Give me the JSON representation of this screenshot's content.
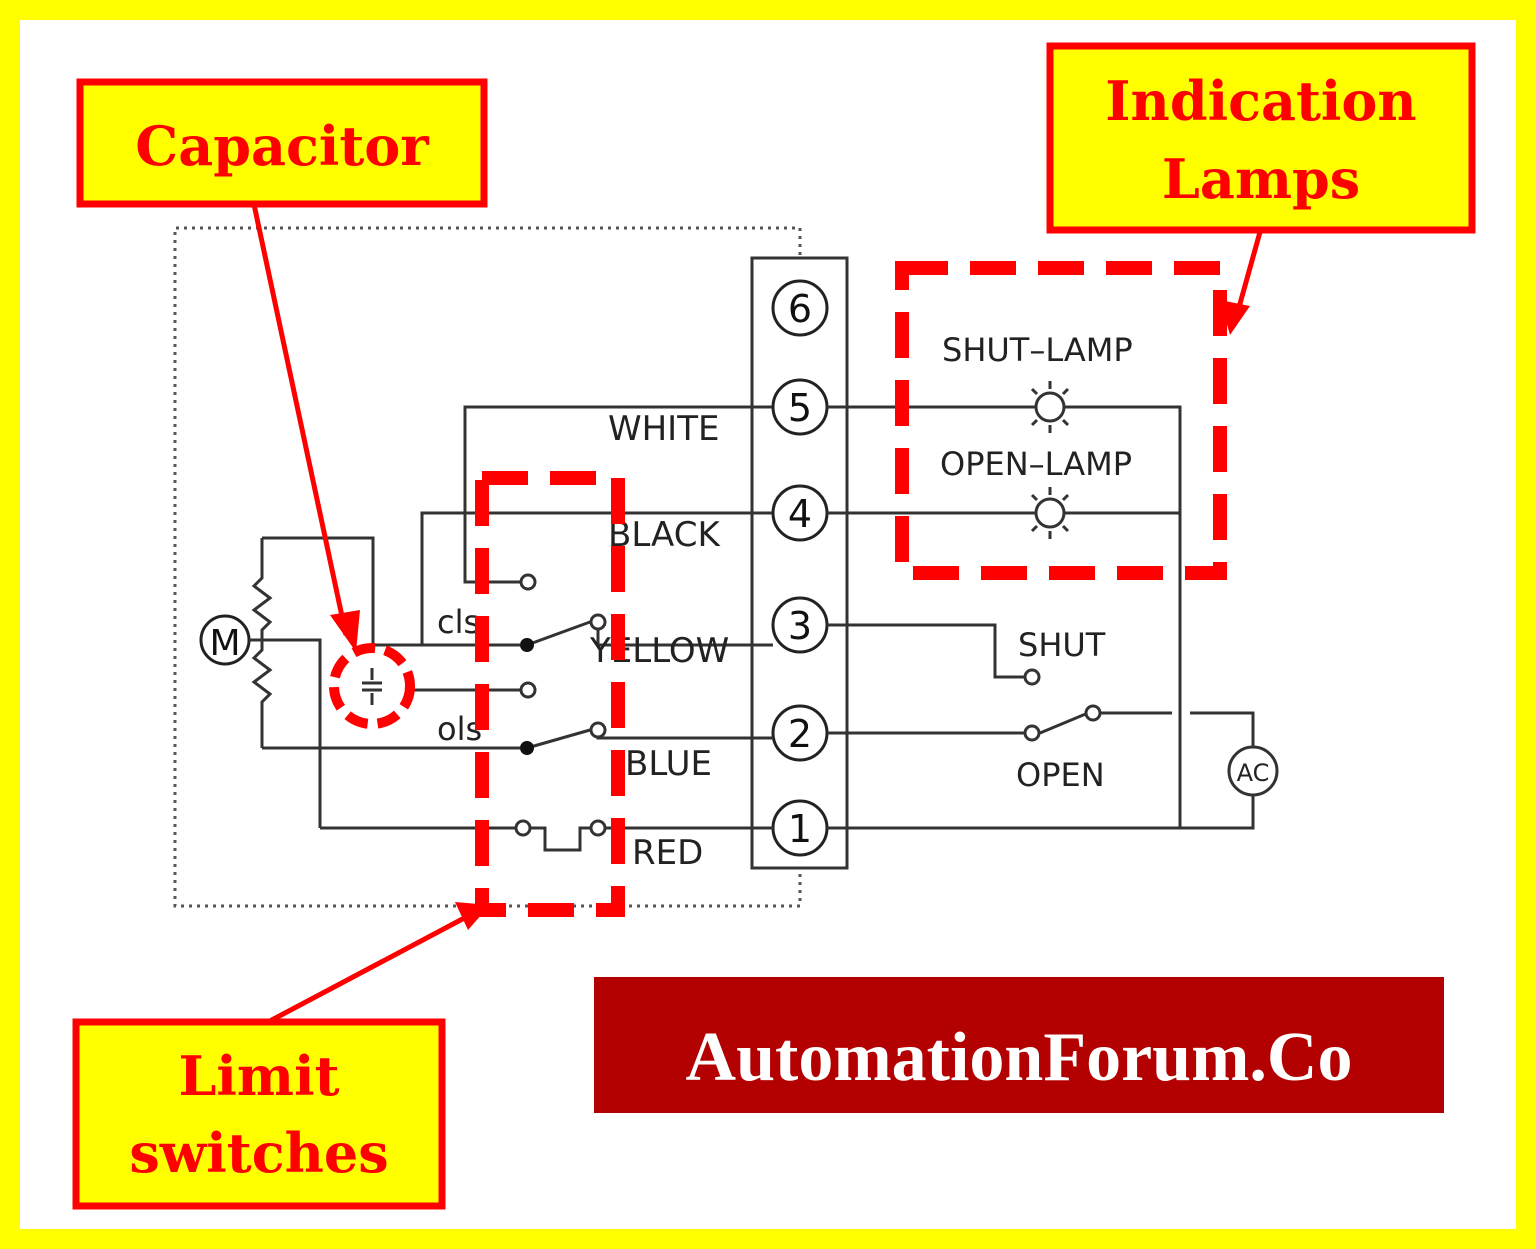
{
  "callouts": {
    "capacitor": "Capacitor",
    "indication_line1": "Indication",
    "indication_line2": "Lamps",
    "limit_line1": "Limit",
    "limit_line2": "switches"
  },
  "wires": {
    "white": "WHITE",
    "black": "BLACK",
    "yellow": "YELLOW",
    "blue": "BLUE",
    "red": "RED"
  },
  "terminals": [
    "1",
    "2",
    "3",
    "4",
    "5",
    "6"
  ],
  "switch_labels": {
    "cls": "cls",
    "ols": "ols"
  },
  "motor_label": "M",
  "lamps": {
    "shut": "SHUT–LAMP",
    "open": "OPEN–LAMP"
  },
  "controls": {
    "shut": "SHUT",
    "open": "OPEN",
    "ac": "AC"
  },
  "brand": "AutomationForum.Co",
  "colors": {
    "page_background": "#ffff00",
    "panel_background": "#ffffff",
    "callout_fill": "#ffff00",
    "callout_border": "#ff0000",
    "brand_background": "#b30000"
  }
}
